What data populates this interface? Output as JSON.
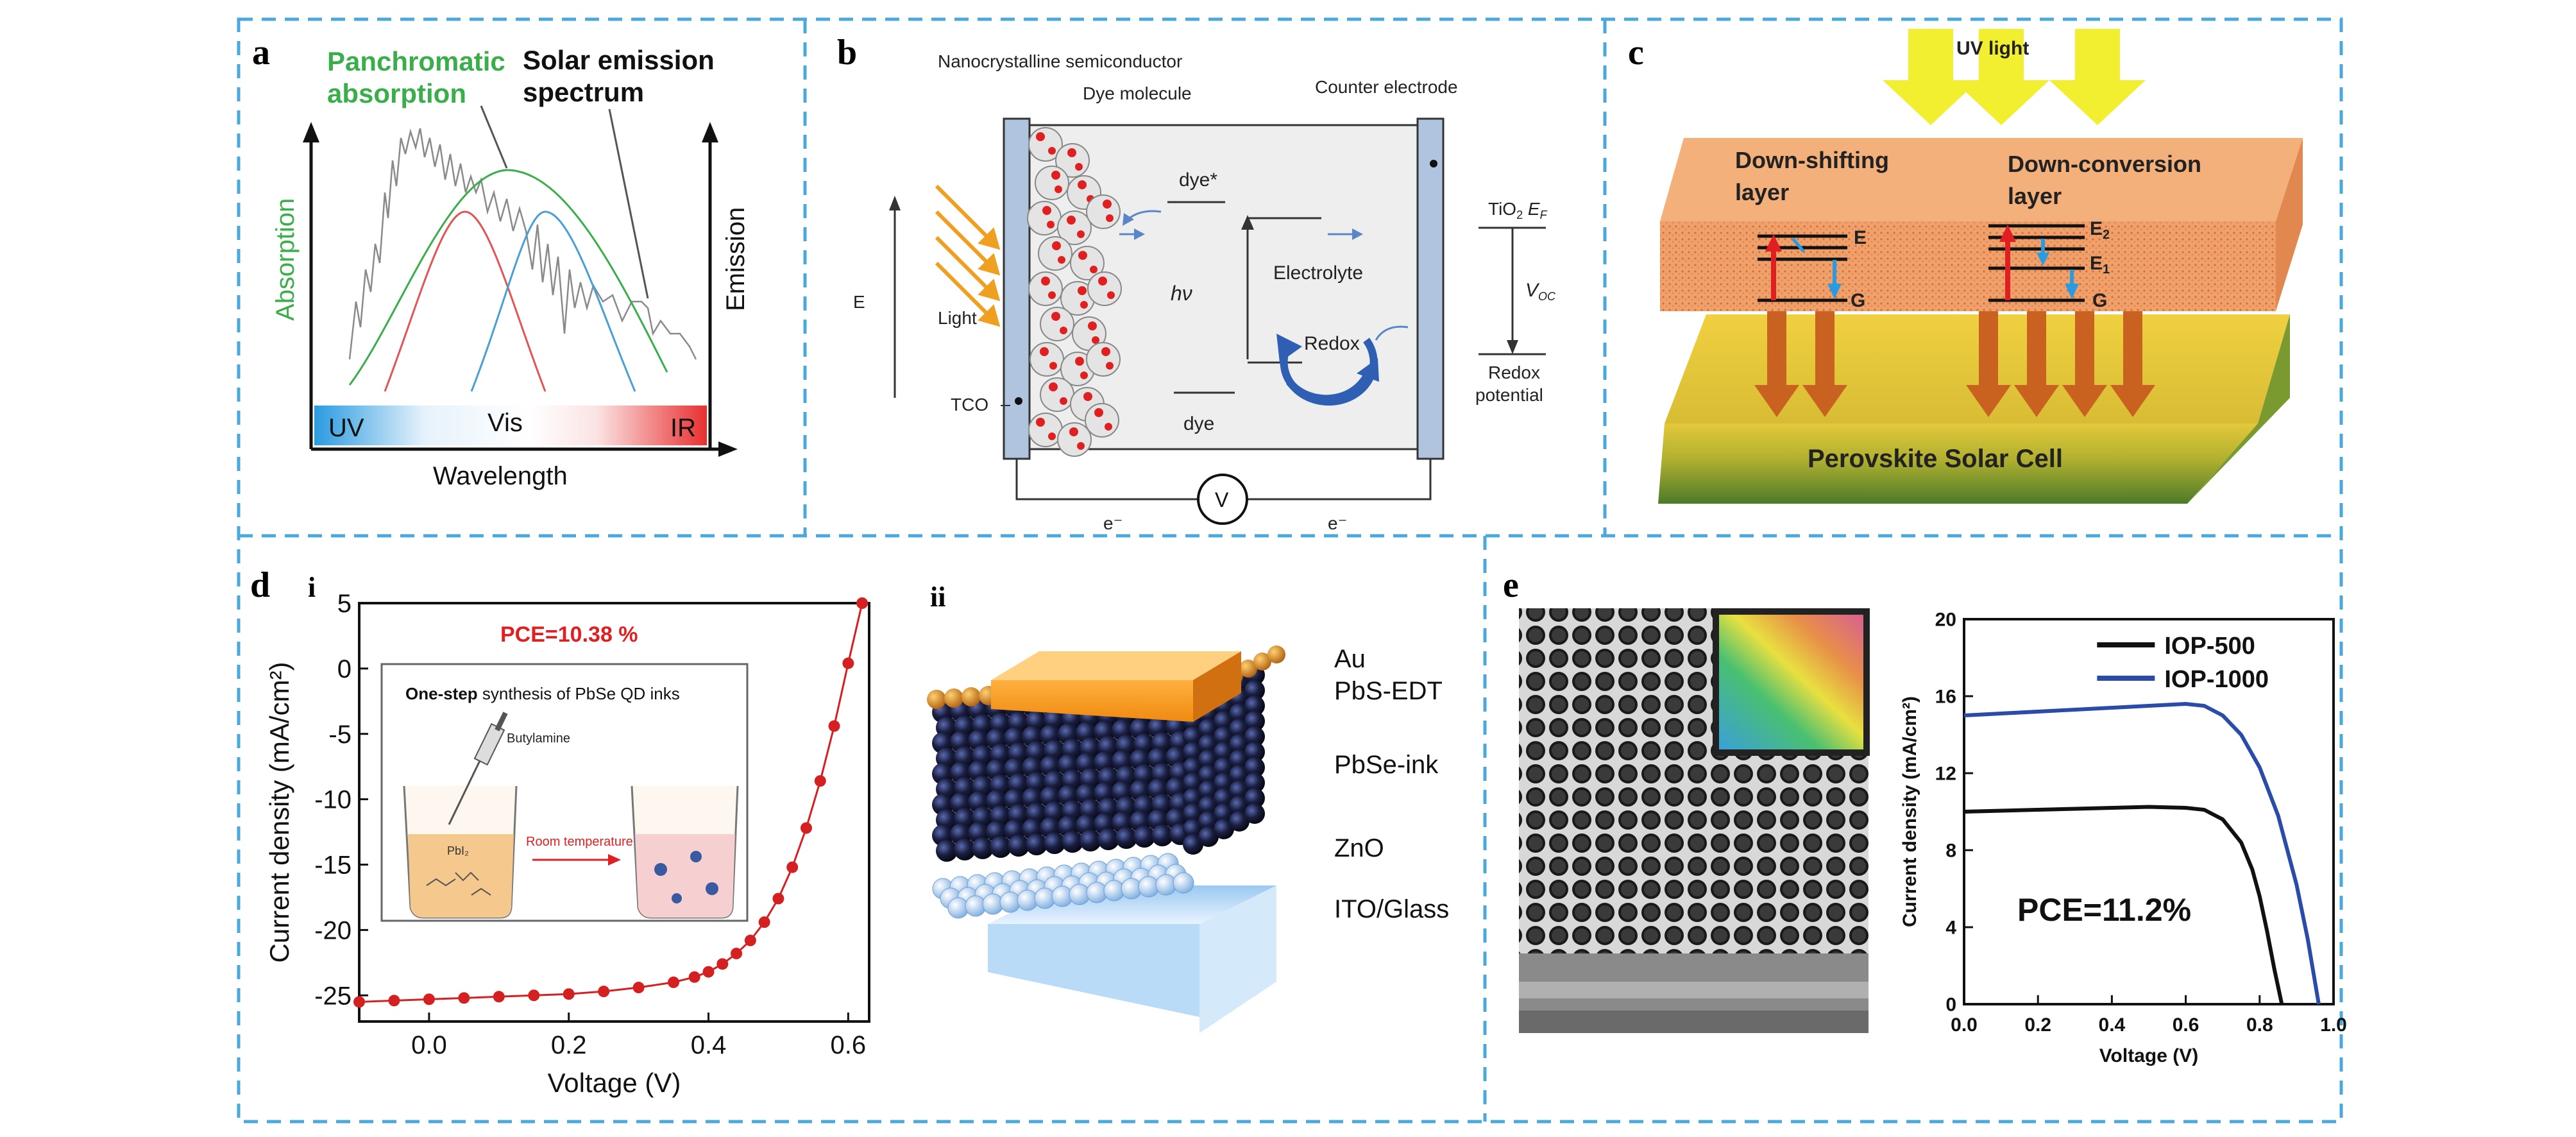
{
  "panel_labels": {
    "a": "a",
    "b": "b",
    "c": "c",
    "d": "d",
    "e": "e",
    "d_i": "i",
    "d_ii": "ii"
  },
  "panel_a": {
    "label_panchromatic_1": "Panchromatic",
    "label_panchromatic_2": "absorption",
    "label_solar_1": "Solar emission",
    "label_solar_2": "spectrum",
    "y_left": "Absorption",
    "y_right": "Emission",
    "bar_uv": "UV",
    "bar_vis": "Vis",
    "bar_ir": "IR",
    "x_label": "Wavelength",
    "colors": {
      "green": "#3aae4a",
      "red": "#e05555",
      "blue": "#4a9fd8"
    }
  },
  "panel_b": {
    "nano": "Nanocrystalline semiconductor",
    "dye_molecule": "Dye molecule",
    "counter": "Counter electrode",
    "dye_star": "dye*",
    "electrolyte": "Electrolyte",
    "hv": "hν",
    "redox": "Redox",
    "dye": "dye",
    "light": "Light",
    "e_axis": "E",
    "tco": "TCO",
    "tio2": "TiO",
    "tio2_sub": "2",
    "ef": "E",
    "ef_sub": "F",
    "voc": "V",
    "voc_sub": "OC",
    "redox_pot_1": "Redox",
    "redox_pot_2": "potential",
    "volt": "V",
    "e_minus_left": "e⁻",
    "e_minus_right": "e⁻"
  },
  "panel_c": {
    "uv_light": "UV light",
    "down_shift_1": "Down-shifting",
    "down_shift_2": "layer",
    "down_conv_1": "Down-conversion",
    "down_conv_2": "layer",
    "E": "E",
    "G": "G",
    "E2": "E",
    "E2_sub": "2",
    "E1": "E",
    "E1_sub": "1",
    "G2": "G",
    "cell": "Perovskite Solar Cell"
  },
  "panel_d": {
    "pce": "PCE=10.38 %",
    "inset_title_bold": "One-step",
    "inset_title_rest": " synthesis of PbSe QD inks",
    "butylamine": "Butylamine",
    "room_temp": "Room temperature",
    "pbi2": "PbI₂",
    "layers": [
      "Au",
      "PbS-EDT",
      "PbSe-ink",
      "ZnO",
      "ITO/Glass"
    ]
  },
  "panel_e": {
    "pce": "PCE=11.2%"
  },
  "chart_data": [
    {
      "type": "line",
      "title": "",
      "xlabel": "Voltage (V)",
      "ylabel": "Current density (mA/cm²)",
      "xlim": [
        -0.1,
        0.63
      ],
      "ylim": [
        -27,
        5
      ],
      "x_ticks": [
        "0.0",
        "0.2",
        "0.4",
        "0.6"
      ],
      "y_ticks": [
        "5",
        "0",
        "-5",
        "-10",
        "-15",
        "-20",
        "-25"
      ],
      "series": [
        {
          "color": "#d42020",
          "x": [
            -0.1,
            -0.05,
            0.0,
            0.05,
            0.1,
            0.15,
            0.2,
            0.25,
            0.3,
            0.35,
            0.38,
            0.4,
            0.42,
            0.44,
            0.46,
            0.48,
            0.5,
            0.52,
            0.54,
            0.56,
            0.58,
            0.6,
            0.62
          ],
          "y": [
            -25.5,
            -25.4,
            -25.3,
            -25.2,
            -25.1,
            -25.0,
            -24.9,
            -24.7,
            -24.4,
            -24.0,
            -23.6,
            -23.2,
            -22.6,
            -21.8,
            -20.8,
            -19.4,
            -17.6,
            -15.2,
            -12.2,
            -8.6,
            -4.4,
            0.4,
            5.0
          ]
        }
      ]
    },
    {
      "type": "line",
      "title": "",
      "xlabel": "Voltage (V)",
      "ylabel": "Current density (mA/cm²)",
      "xlim": [
        0.0,
        1.0
      ],
      "ylim": [
        0,
        20
      ],
      "x_ticks": [
        "0.0",
        "0.2",
        "0.4",
        "0.6",
        "0.8",
        "1.0"
      ],
      "y_ticks": [
        "0",
        "4",
        "8",
        "12",
        "16",
        "20"
      ],
      "legend_position": "top-right",
      "series": [
        {
          "name": "IOP-500",
          "color": "#111111",
          "x": [
            0.0,
            0.1,
            0.2,
            0.3,
            0.4,
            0.5,
            0.6,
            0.65,
            0.7,
            0.75,
            0.78,
            0.8,
            0.82,
            0.84,
            0.86
          ],
          "y": [
            10.0,
            10.05,
            10.1,
            10.15,
            10.2,
            10.25,
            10.2,
            10.1,
            9.6,
            8.4,
            7.0,
            5.6,
            3.8,
            1.8,
            0.0
          ]
        },
        {
          "name": "IOP-1000",
          "color": "#2a4ca8",
          "x": [
            0.0,
            0.1,
            0.2,
            0.3,
            0.4,
            0.5,
            0.6,
            0.65,
            0.7,
            0.75,
            0.8,
            0.85,
            0.9,
            0.93,
            0.96
          ],
          "y": [
            15.0,
            15.1,
            15.2,
            15.3,
            15.4,
            15.5,
            15.6,
            15.5,
            15.0,
            14.0,
            12.3,
            9.8,
            6.2,
            3.4,
            0.0
          ]
        }
      ]
    }
  ]
}
